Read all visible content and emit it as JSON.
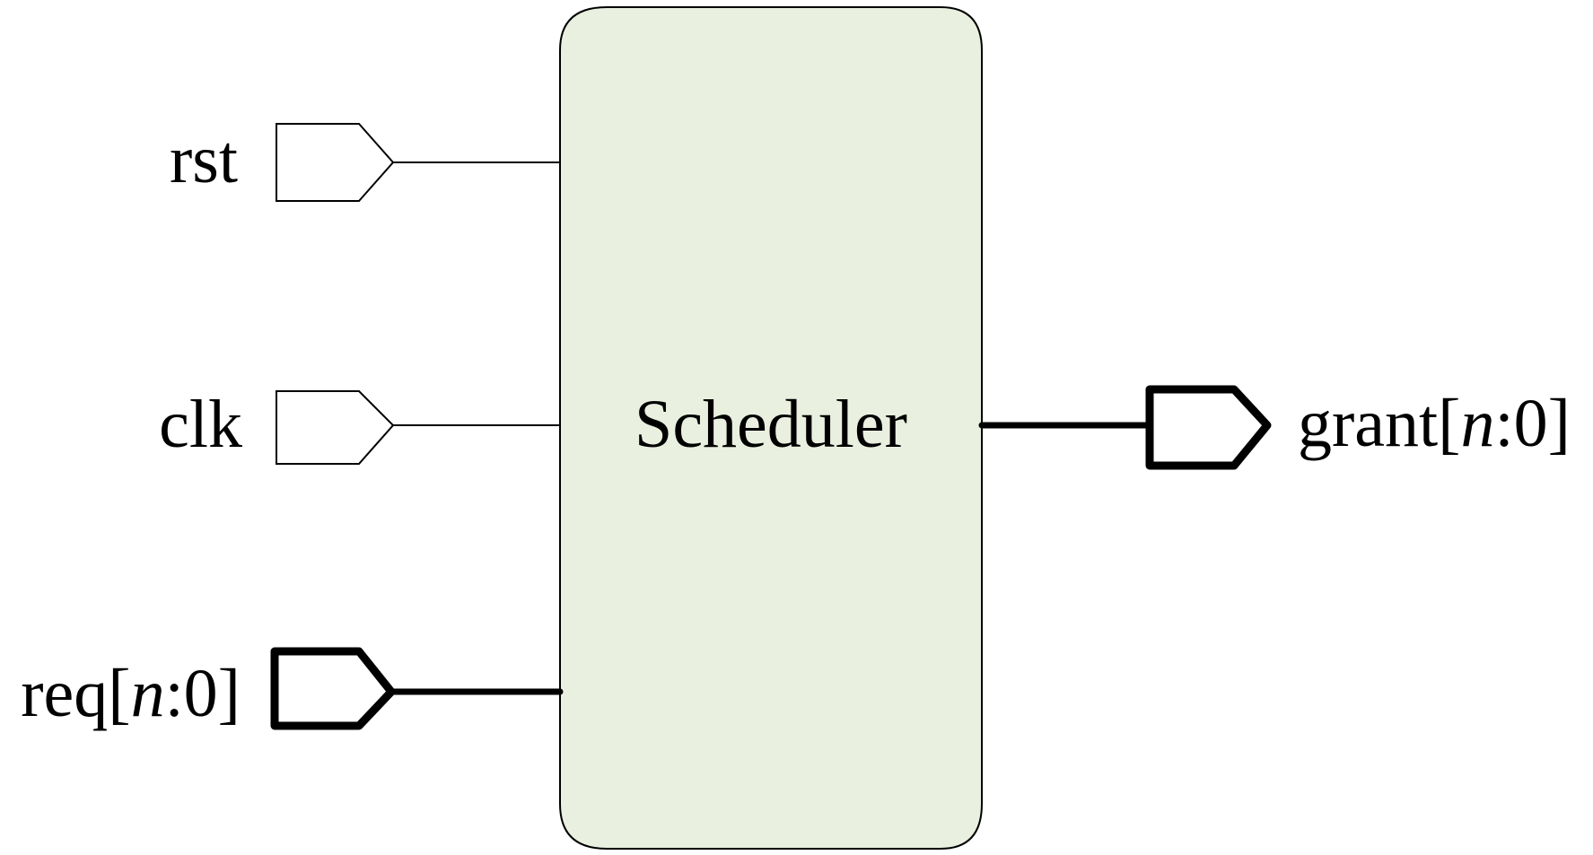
{
  "block": {
    "label": "Scheduler",
    "fill": "#e9f0df",
    "stroke": "#000000"
  },
  "ports": {
    "rst": {
      "label": "rst",
      "direction": "input",
      "bus": false
    },
    "clk": {
      "label": "clk",
      "direction": "input",
      "bus": false
    },
    "req": {
      "name": "req",
      "open": "[",
      "index_var": "n",
      "index_rest": ":0]",
      "direction": "input",
      "bus": true
    },
    "grant": {
      "name": "grant",
      "open": "[",
      "index_var": "n",
      "index_rest": ":0]",
      "direction": "output",
      "bus": true
    }
  }
}
